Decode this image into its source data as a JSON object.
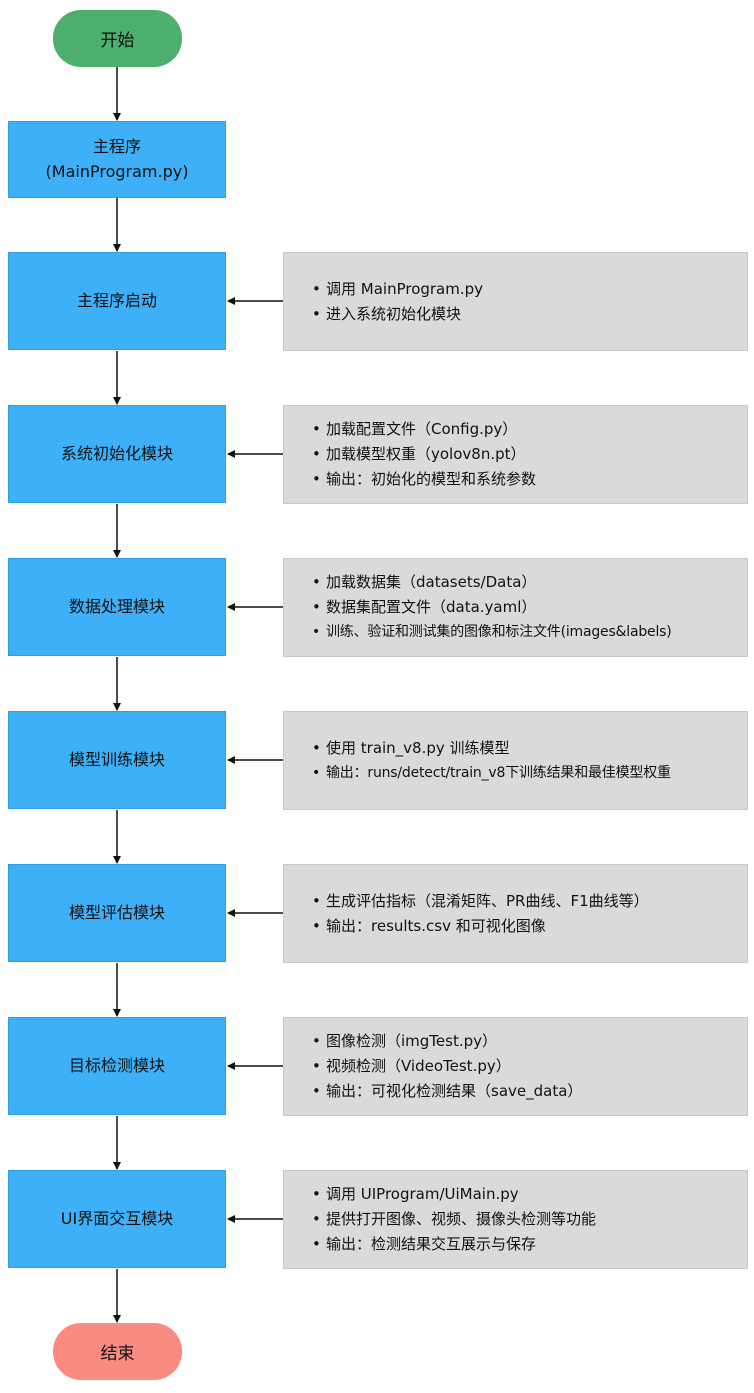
{
  "start": "开始",
  "end": "结束",
  "main_program": {
    "line1": "主程序",
    "line2": "(MainProgram.py)"
  },
  "steps": [
    {
      "label": "主程序启动",
      "notes": [
        "调用 MainProgram.py",
        "进入系统初始化模块"
      ]
    },
    {
      "label": "系统初始化模块",
      "notes": [
        "加载配置文件（Config.py）",
        "加载模型权重（yolov8n.pt）",
        "输出：初始化的模型和系统参数"
      ]
    },
    {
      "label": "数据处理模块",
      "notes": [
        "加载数据集（datasets/Data）",
        "数据集配置文件（data.yaml）",
        "训练、验证和测试集的图像和标注文件(images&labels)"
      ]
    },
    {
      "label": "模型训练模块",
      "notes": [
        "使用 train_v8.py 训练模型",
        "输出：runs/detect/train_v8下训练结果和最佳模型权重"
      ]
    },
    {
      "label": "模型评估模块",
      "notes": [
        "生成评估指标（混淆矩阵、PR曲线、F1曲线等）",
        "输出：results.csv 和可视化图像"
      ]
    },
    {
      "label": "目标检测模块",
      "notes": [
        "图像检测（imgTest.py）",
        "视频检测（VideoTest.py）",
        "输出：可视化检测结果（save_data）"
      ]
    },
    {
      "label": "UI界面交互模块",
      "notes": [
        "调用 UIProgram/UiMain.py",
        "提供打开图像、视频、摄像头检测等功能",
        "输出：检测结果交互展示与保存"
      ]
    }
  ]
}
